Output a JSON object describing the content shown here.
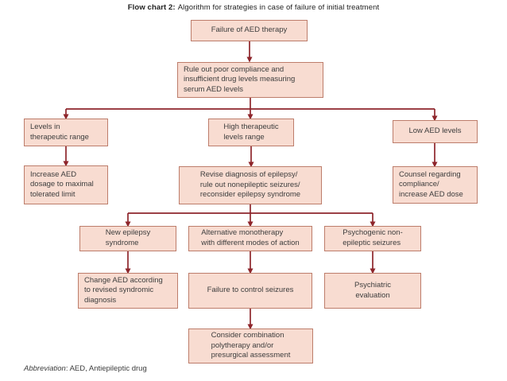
{
  "title": {
    "label": "Flow chart 2:",
    "text": "Algorithm for strategies in case of failure of initial treatment"
  },
  "nodes": {
    "failure_aed_therapy": "Failure of AED therapy",
    "rule_out_compliance": "Rule out poor compliance and\ninsufficient drug levels measuring\nserum AED levels",
    "levels_in_therapeutic_range": "Levels in\ntherapeutic range",
    "high_therapeutic_levels": "High therapeutic\nlevels range",
    "low_aed_levels": "Low AED levels",
    "increase_aed_dosage": "Increase AED\ndosage to maximal\ntolerated limit",
    "revise_diagnosis": "Revise diagnosis of epilepsy/\nrule out nonepileptic seizures/\nreconsider epilepsy syndrome",
    "counsel_compliance": "Counsel regarding\ncompliance/\nincrease AED dose",
    "new_epilepsy_syndrome": "New epilepsy\nsyndrome",
    "alternative_monotherapy": "Alternative monotherapy\nwith different modes of action",
    "psychogenic_seizures": "Psychogenic non-\nepileptic seizures",
    "change_aed": "Change AED according\nto revised syndromic\ndiagnosis",
    "failure_to_control": "Failure to control seizures",
    "psychiatric_evaluation": "Psychiatric\nevaluation",
    "consider_combination": "Consider combination\npolytherapy and/or\npresurgical assessment"
  },
  "edges": [
    {
      "from": "failure_aed_therapy",
      "to": "rule_out_compliance"
    },
    {
      "from": "rule_out_compliance",
      "to": "levels_in_therapeutic_range"
    },
    {
      "from": "rule_out_compliance",
      "to": "high_therapeutic_levels"
    },
    {
      "from": "rule_out_compliance",
      "to": "low_aed_levels"
    },
    {
      "from": "levels_in_therapeutic_range",
      "to": "increase_aed_dosage"
    },
    {
      "from": "high_therapeutic_levels",
      "to": "revise_diagnosis"
    },
    {
      "from": "low_aed_levels",
      "to": "counsel_compliance"
    },
    {
      "from": "revise_diagnosis",
      "to": "new_epilepsy_syndrome"
    },
    {
      "from": "revise_diagnosis",
      "to": "alternative_monotherapy"
    },
    {
      "from": "revise_diagnosis",
      "to": "psychogenic_seizures"
    },
    {
      "from": "new_epilepsy_syndrome",
      "to": "change_aed"
    },
    {
      "from": "alternative_monotherapy",
      "to": "failure_to_control"
    },
    {
      "from": "psychogenic_seizures",
      "to": "psychiatric_evaluation"
    },
    {
      "from": "failure_to_control",
      "to": "consider_combination"
    }
  ],
  "footer": {
    "abbreviation_label": "Abbreviation",
    "abbreviation_text": ": AED, Antiepileptic drug"
  },
  "colors": {
    "box_fill": "#f8dcd1",
    "box_border": "#bd7d6b",
    "arrow": "#8e252b",
    "text": "#3d3d3d"
  }
}
